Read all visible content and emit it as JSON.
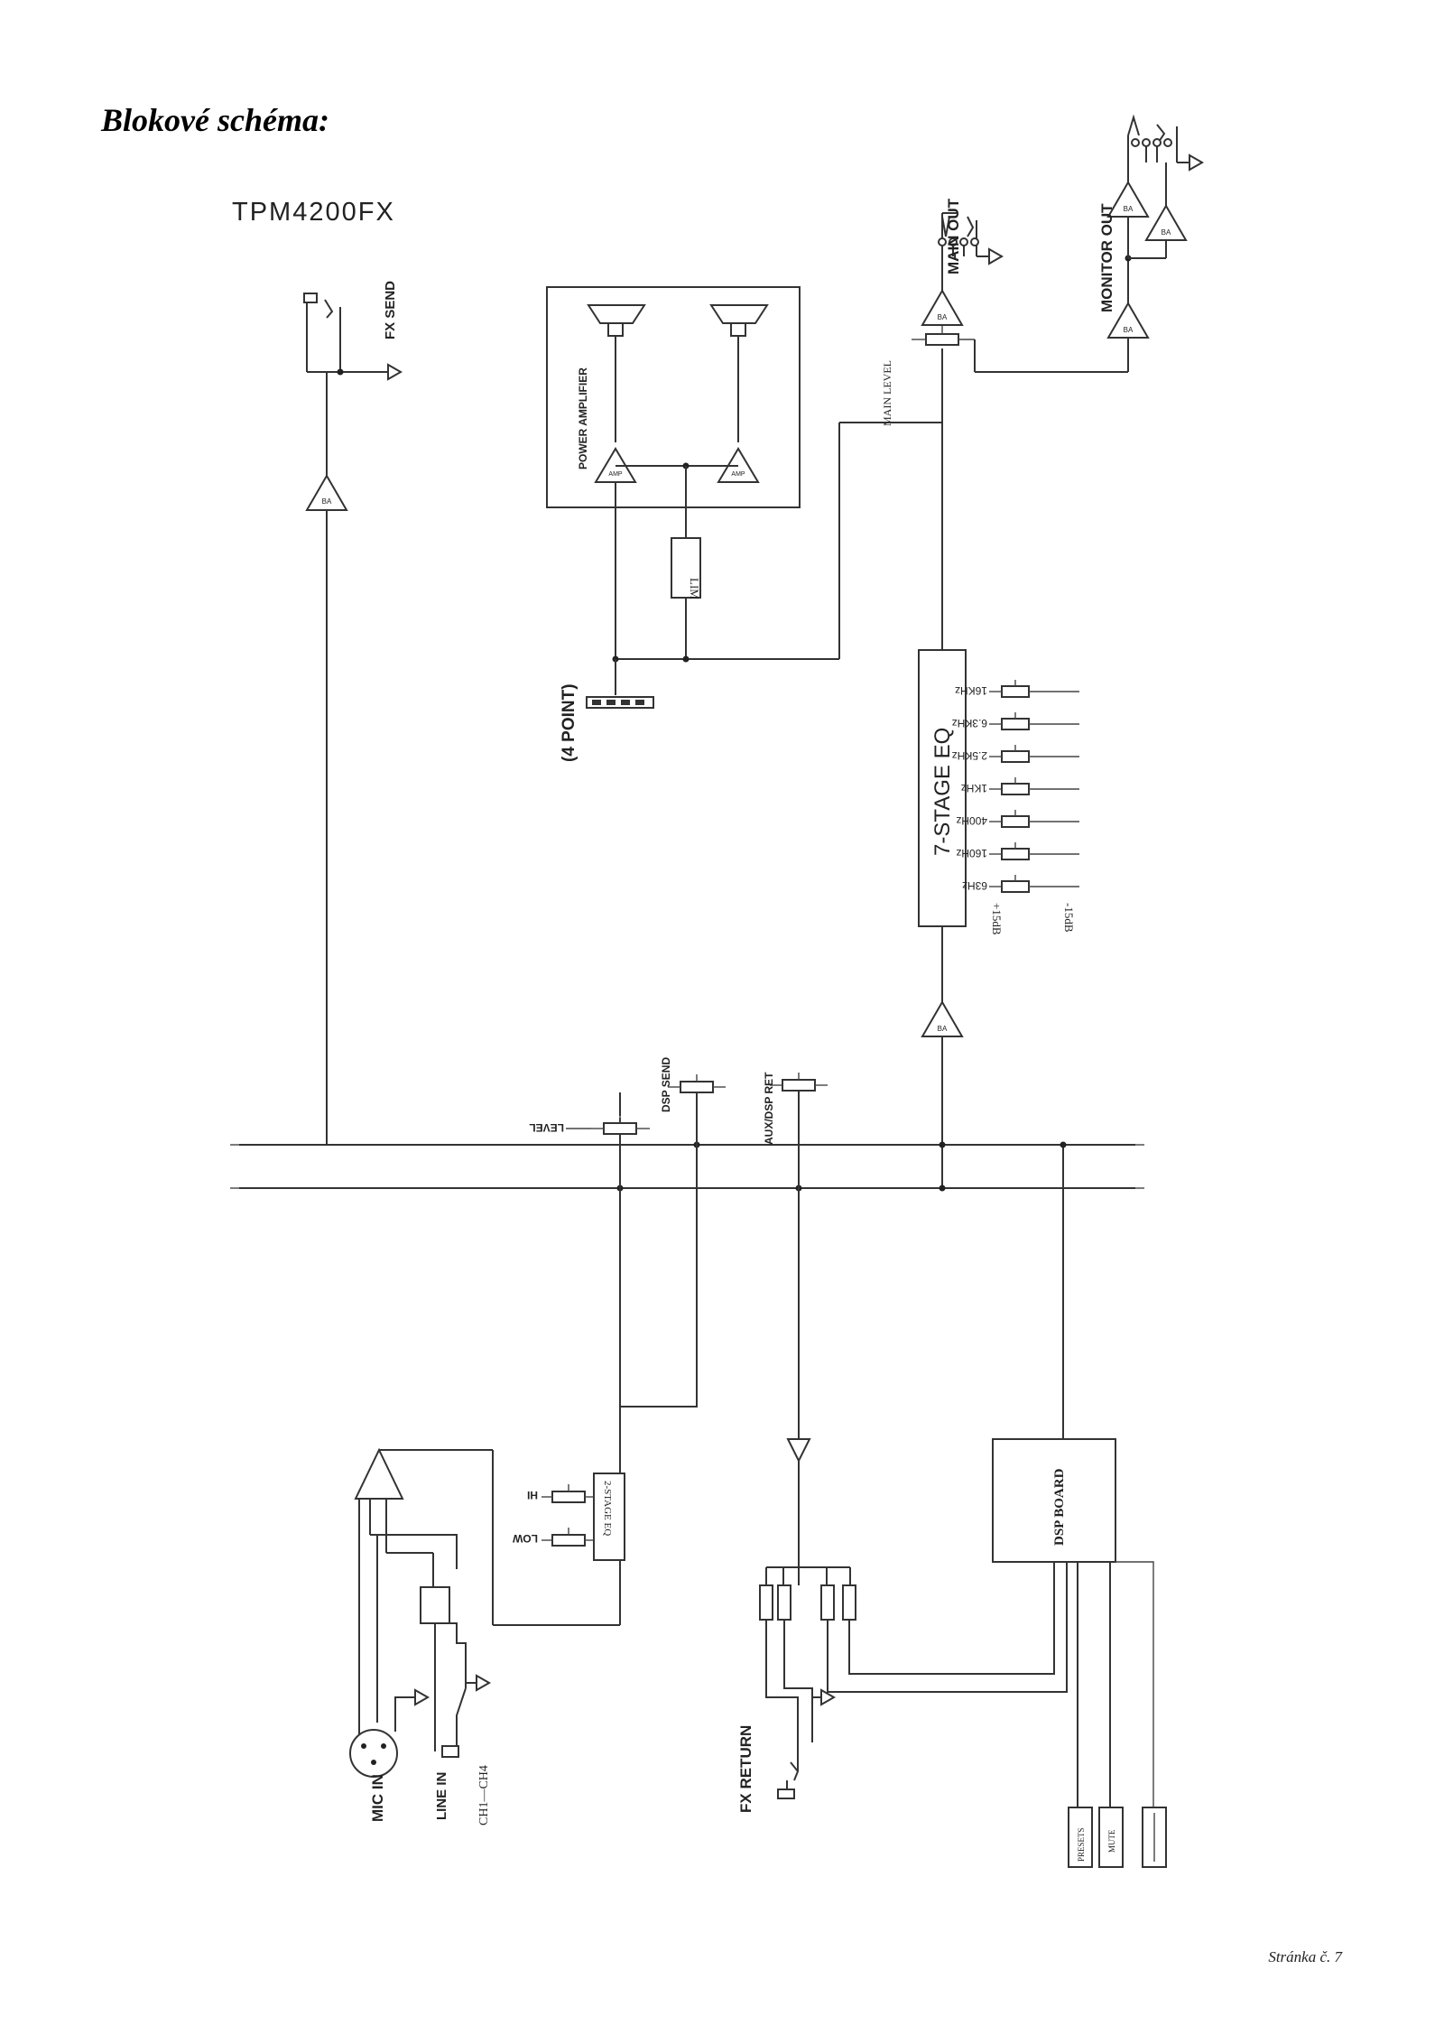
{
  "page": {
    "heading": "Blokové schéma:",
    "footer": "Stránka č. 7"
  },
  "diagram": {
    "model": "TPM4200FX",
    "labels": {
      "fx_send": "FX SEND",
      "power_amplifier": "POWER AMPLIFIER",
      "main_out": "MAIN OUT",
      "monitor_out": "MONITOR OUT",
      "four_point": "(4 POINT)",
      "lim": "LIM",
      "main_level": "MAIN LEVEL",
      "seven_stage_eq": "7-STAGE EQ",
      "plus_15db": "+15dB",
      "minus_15db": "-15dB",
      "level": "LEVEL",
      "dsp_send": "DSP SEND",
      "aux_dsp_ret": "AUX/DSP RET",
      "hi": "HI",
      "low": "LOW",
      "stage_eq_2": "2-STAGE EQ",
      "mic_in": "MIC IN",
      "line_in": "LINE IN",
      "ch_range": "CH1—CH4",
      "fx_return": "FX RETURN",
      "dsp_board": "DSP BOARD",
      "presets": "PRESETS",
      "mute": "MUTE"
    },
    "eq_bands": [
      "16KHz",
      "6.3KHz",
      "2.5KHz",
      "1KHz",
      "400Hz",
      "160Hz",
      "63Hz"
    ],
    "amp_symbol": "BA",
    "poweramp_symbol": "AMP"
  }
}
